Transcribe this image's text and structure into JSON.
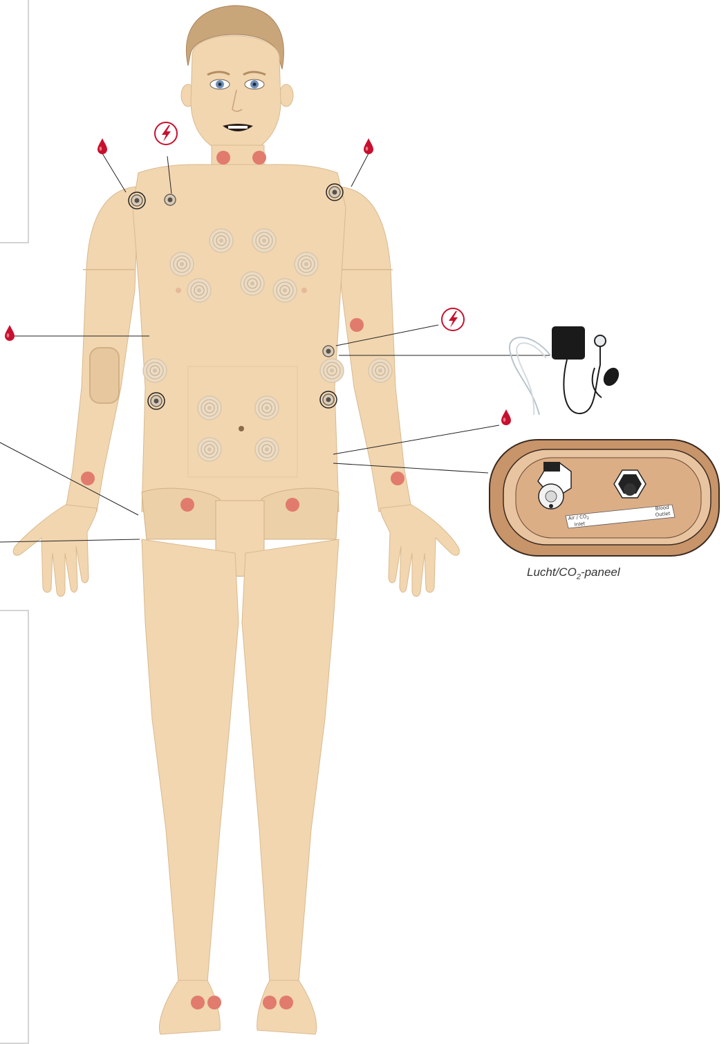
{
  "panel": {
    "inlet_label_line1": "Air / CO",
    "inlet_label_sub": "2",
    "inlet_label_line2": "Inlet",
    "outlet_label_line1": "Blood",
    "outlet_label_line2": "Outlet"
  },
  "caption": {
    "prefix": "Lucht/CO",
    "sub": "2",
    "suffix": "-paneel"
  },
  "colors": {
    "skin": "#f1d6b0",
    "skin_shade": "#e6c79e",
    "hair": "#c9a57a",
    "pulse_point": "#e07b6e",
    "blood_drop": "#c8102e",
    "defib_icon": "#c8102e",
    "panel_shell": "#c8946a",
    "panel_face": "#e8c4a0"
  },
  "icons": [
    "blood-drop-icon",
    "defibrillation-bolt-icon",
    "blood-pressure-cuff-icon"
  ]
}
